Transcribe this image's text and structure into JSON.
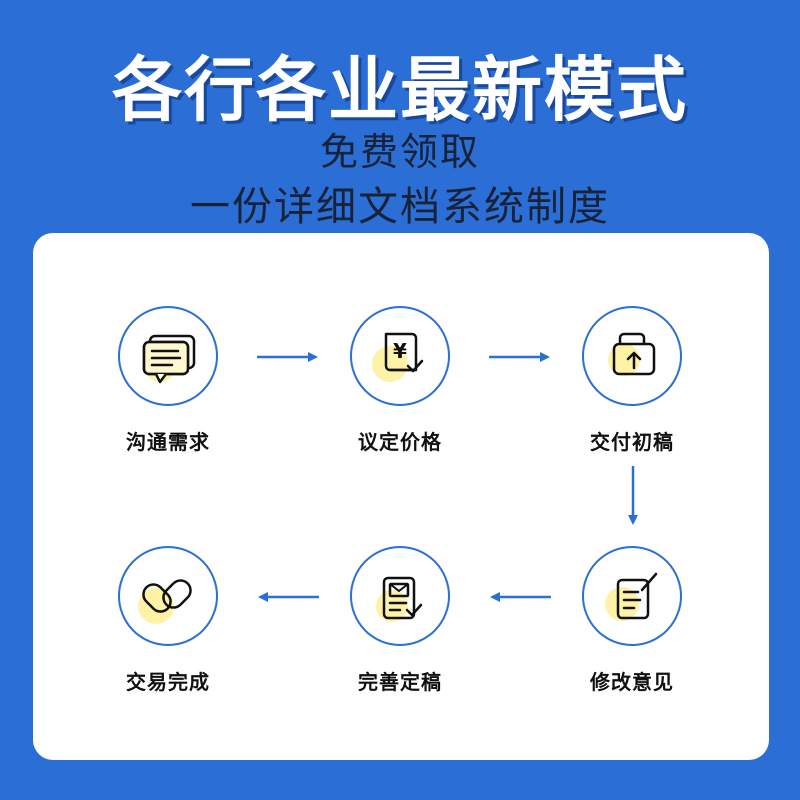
{
  "header": {
    "title": "各行各业最新模式",
    "subtitle_line1": "免费领取",
    "subtitle_line2": "一份详细文档系统制度"
  },
  "colors": {
    "background": "#2a6ed6",
    "card": "#ffffff",
    "ring": "#2a6ed6",
    "icon_highlight": "#fdf2a6",
    "icon_stroke": "#111111",
    "arrow": "#2a6ed6"
  },
  "flow": {
    "steps": [
      {
        "label": "沟通需求",
        "icon": "chat-bubble-icon"
      },
      {
        "label": "议定价格",
        "icon": "yen-document-icon"
      },
      {
        "label": "交付初稿",
        "icon": "upload-box-icon"
      },
      {
        "label": "修改意见",
        "icon": "edit-document-icon"
      },
      {
        "label": "完善定稿",
        "icon": "checked-document-icon"
      },
      {
        "label": "交易完成",
        "icon": "handshake-icon"
      }
    ]
  }
}
